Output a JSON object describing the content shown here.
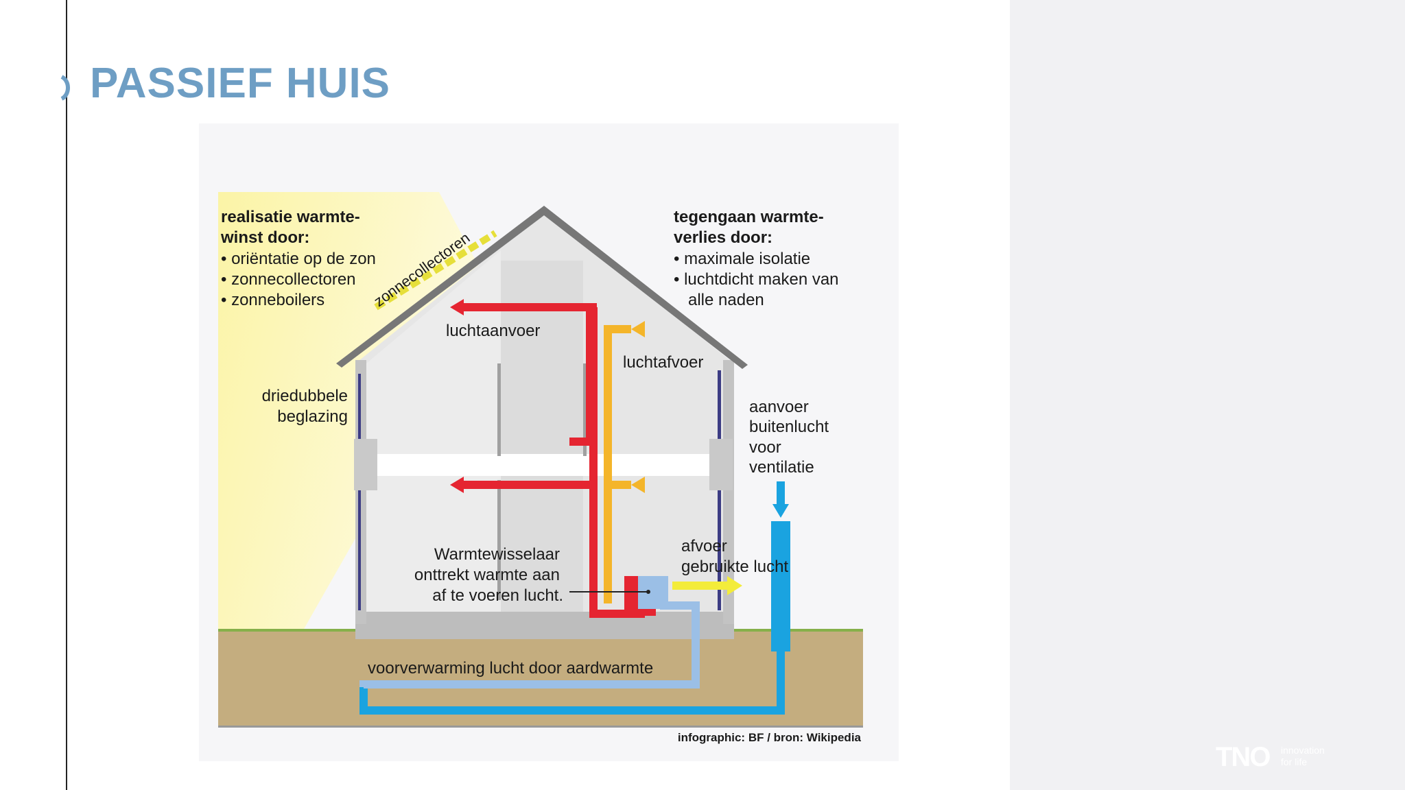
{
  "slide": {
    "title": "PASSIEF HUIS"
  },
  "diagram": {
    "heading_gain": [
      "realisatie warmte-",
      "winst door:"
    ],
    "gain_items": [
      "• oriëntatie op de zon",
      "• zonnecollectoren",
      "• zonneboilers"
    ],
    "heading_loss": [
      "tegengaan warmte-",
      "verlies door:"
    ],
    "loss_items": [
      "• maximale isolatie",
      "• luchtdicht maken van",
      "alle naden"
    ],
    "roof_label": "zonnecollectoren",
    "supply_label": "luchtaanvoer",
    "exhaust_label": "luchtafvoer",
    "glazing_label": [
      "driedubbele",
      "beglazing"
    ],
    "outside_air_label": [
      "aanvoer",
      "buitenlucht",
      "voor",
      "ventilatie"
    ],
    "used_air_label": [
      "afvoer",
      "gebruikte lucht"
    ],
    "exchanger_label": [
      "Warmtewisselaar",
      "onttrekt warmte aan",
      "af te voeren lucht."
    ],
    "ground_label": "voorverwarming lucht door aardwarmte",
    "credit": "infographic: BF / bron: Wikipedia"
  },
  "colors": {
    "title": "#6e9ec4",
    "supply_air": "#e52531",
    "exhaust_air": "#f4b52a",
    "used_air": "#f3ec3a",
    "outside_air": "#1aa3e0",
    "preheat_air": "#9bbfe6",
    "ground": "#c4ad7f",
    "sun": "#fbf6b4",
    "roof": "#777777",
    "wall": "#c3c3c3"
  },
  "logo": {
    "word": "TNO",
    "tagline": [
      "innovation",
      "for life"
    ]
  }
}
